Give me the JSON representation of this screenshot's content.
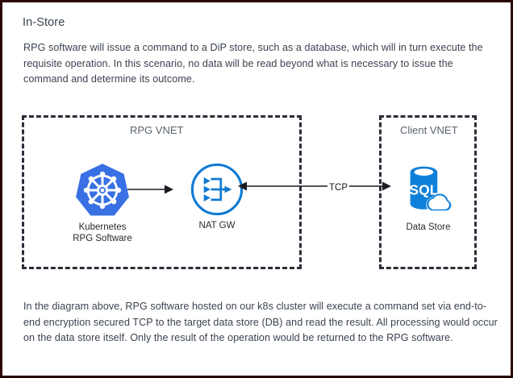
{
  "page": {
    "title": "In-Store",
    "border_color": "#2b0404",
    "text_color": "#3b4350"
  },
  "intro": {
    "text": "RPG software will issue a command to a DiP store, such as a database, which will in turn execute the requisite operation. In this scenario, no data will be read beyond what is necessary to issue the command and determine its outcome."
  },
  "outro": {
    "text": "In the diagram above, RPG software hosted on our k8s cluster will execute a command set via end-to-end encryption secured TCP to the target data store (DB) and read the result. All processing would occur on the data store itself. Only the result of the operation would be returned to the RPG software."
  },
  "diagram": {
    "type": "network-architecture",
    "containers": [
      {
        "id": "rpg-vnet",
        "label": "RPG VNET",
        "style": "dashed",
        "stroke": "#2a2e38"
      },
      {
        "id": "client-vnet",
        "label": "Client VNET",
        "style": "dashed",
        "stroke": "#2a2e38"
      }
    ],
    "nodes": [
      {
        "id": "kubernetes",
        "icon": "kubernetes-logo",
        "caption": "Kubernetes\nRPG Software",
        "color": "#3970e4",
        "container": "rpg-vnet"
      },
      {
        "id": "nat-gw",
        "icon": "nat-gateway-icon",
        "caption": "NAT GW",
        "color": "#0e7ad4",
        "container": "rpg-vnet"
      },
      {
        "id": "data-store",
        "icon": "sql-database-cloud-icon",
        "caption": "Data Store",
        "color": "#0f80da",
        "container": "client-vnet"
      }
    ],
    "connectors": [
      {
        "id": "k8s-to-nat",
        "from": "kubernetes",
        "to": "nat-gw",
        "arrows": "single",
        "label": ""
      },
      {
        "id": "nat-to-datastore",
        "from": "nat-gw",
        "to": "data-store",
        "arrows": "double",
        "label": "TCP"
      }
    ]
  }
}
